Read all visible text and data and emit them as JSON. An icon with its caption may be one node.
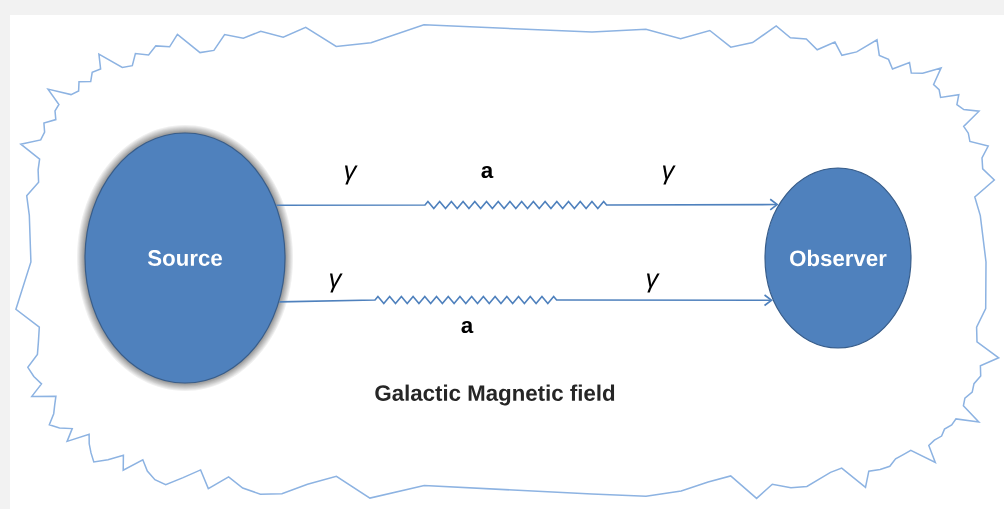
{
  "diagram": {
    "nodes": [
      {
        "text": [
          "Galactic Magnetic field"
        ]
      },
      {
        "text": [
          "Source"
        ],
        "in": 0
      },
      {
        "text": [
          "Observer"
        ],
        "in": 0
      }
    ],
    "edges": [
      {
        "from": 1,
        "to": 2,
        "arrow": "to"
      },
      {
        "from": 1,
        "to": 2,
        "arrow": "to"
      }
    ],
    "labels": [
      "γ",
      "a",
      "γ",
      "γ",
      "γ",
      "a"
    ]
  }
}
